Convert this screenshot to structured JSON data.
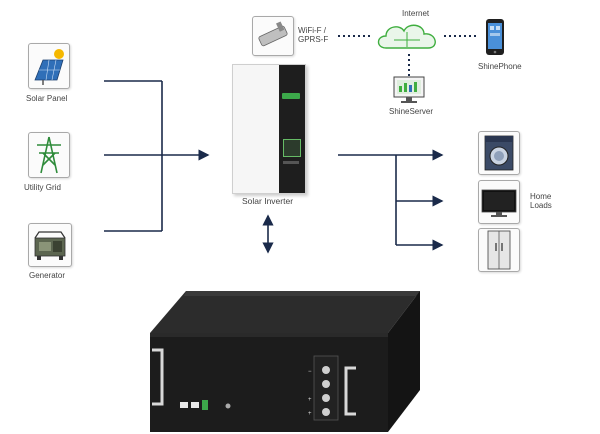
{
  "sources": {
    "solar_panel": "Solar Panel",
    "utility_grid": "Utility Grid",
    "generator": "Generator"
  },
  "inverter": {
    "label": "Solar Inverter"
  },
  "comms": {
    "wifi": "WiFi-F /\nGPRS-F",
    "internet": "Internet",
    "server": "ShineServer",
    "phone": "ShinePhone"
  },
  "loads": {
    "label": "Home\nLoads"
  },
  "colors": {
    "wire": "#1a2a4a",
    "cloud": "#3fae3f",
    "battery": "#1c1c1c"
  },
  "icons": [
    "solar-panel-icon",
    "utility-pylon-icon",
    "generator-icon",
    "wifi-dongle-icon",
    "cloud-icon",
    "server-monitor-icon",
    "smartphone-icon",
    "washing-machine-icon",
    "tv-icon",
    "refrigerator-icon",
    "battery-pack-icon"
  ]
}
